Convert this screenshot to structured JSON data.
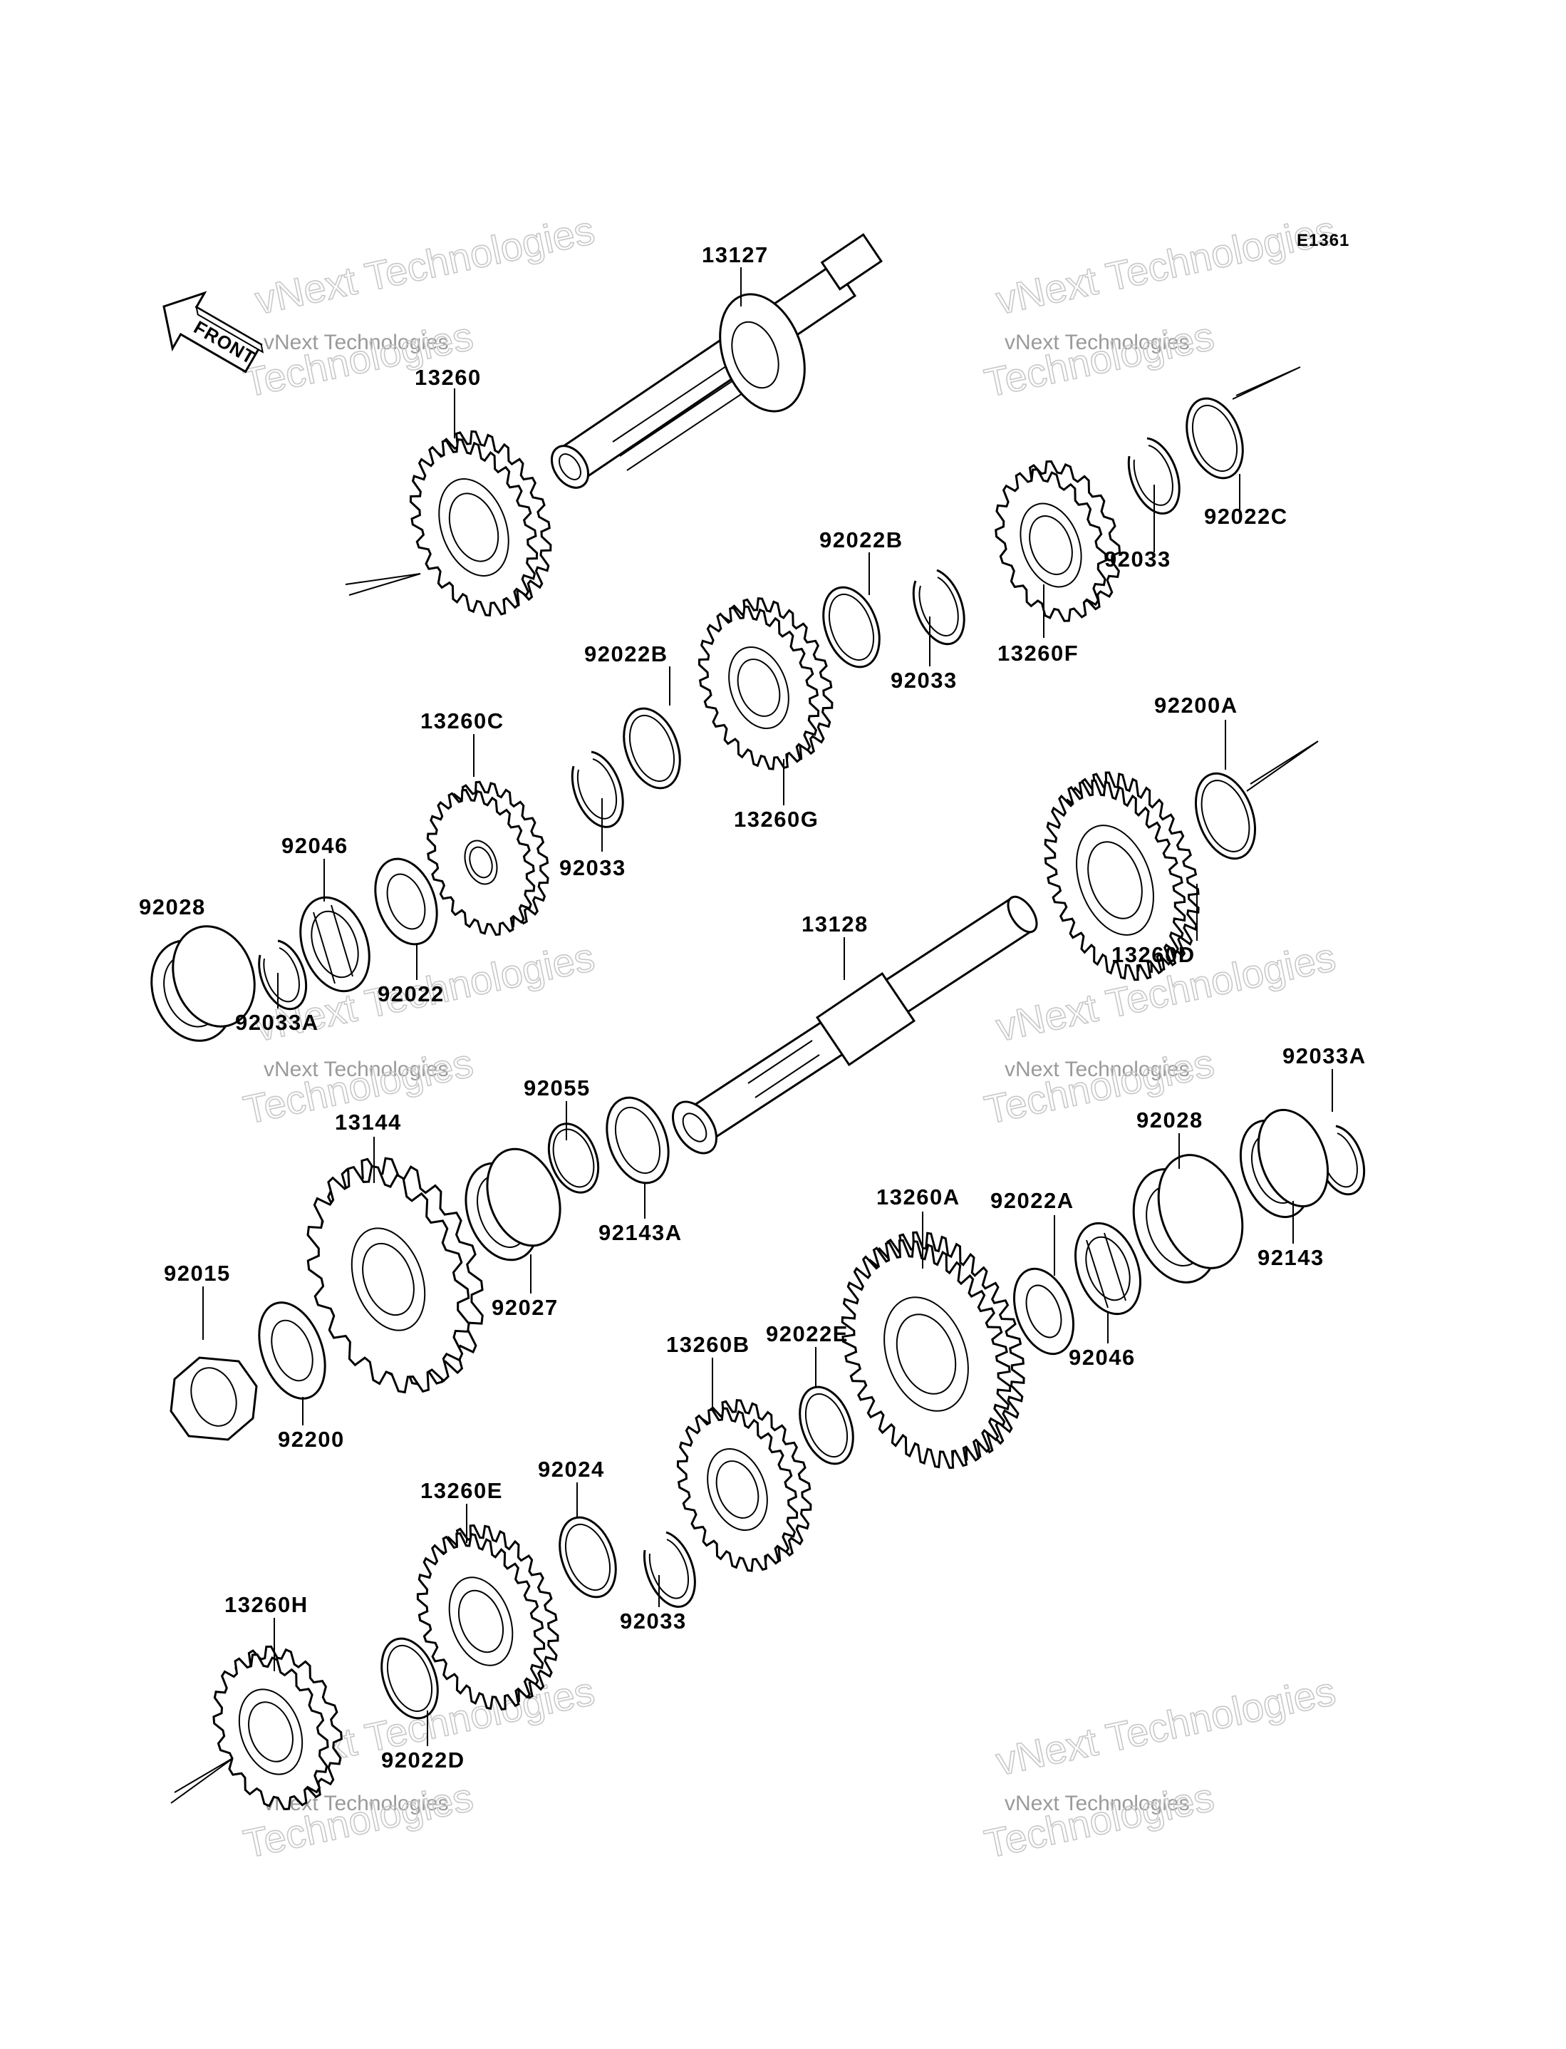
{
  "diagram_code": "E1361",
  "front_label": "FRONT",
  "watermark": {
    "line1": "vNext Technologies",
    "line2": "vNext Technologies",
    "big": "Technologies"
  },
  "labels": [
    {
      "id": "13127",
      "text": "13127"
    },
    {
      "id": "13260",
      "text": "13260"
    },
    {
      "id": "92022C",
      "text": "92022C"
    },
    {
      "id": "92033-a",
      "text": "92033"
    },
    {
      "id": "92022B-a",
      "text": "92022B"
    },
    {
      "id": "13260F",
      "text": "13260F"
    },
    {
      "id": "92033-b",
      "text": "92033"
    },
    {
      "id": "92022B-b",
      "text": "92022B"
    },
    {
      "id": "13260C",
      "text": "13260C"
    },
    {
      "id": "13260G",
      "text": "13260G"
    },
    {
      "id": "92200A",
      "text": "92200A"
    },
    {
      "id": "92046-a",
      "text": "92046"
    },
    {
      "id": "92033-c",
      "text": "92033"
    },
    {
      "id": "92028-a",
      "text": "92028"
    },
    {
      "id": "92022",
      "text": "92022"
    },
    {
      "id": "13128",
      "text": "13128"
    },
    {
      "id": "13260D",
      "text": "13260D"
    },
    {
      "id": "92033A-a",
      "text": "92033A"
    },
    {
      "id": "92055",
      "text": "92055"
    },
    {
      "id": "92033A-b",
      "text": "92033A"
    },
    {
      "id": "13144",
      "text": "13144"
    },
    {
      "id": "92028-b",
      "text": "92028"
    },
    {
      "id": "92143A",
      "text": "92143A"
    },
    {
      "id": "13260A",
      "text": "13260A"
    },
    {
      "id": "92022A",
      "text": "92022A"
    },
    {
      "id": "92143",
      "text": "92143"
    },
    {
      "id": "92015",
      "text": "92015"
    },
    {
      "id": "92027",
      "text": "92027"
    },
    {
      "id": "92046-b",
      "text": "92046"
    },
    {
      "id": "92022E",
      "text": "92022E"
    },
    {
      "id": "13260B",
      "text": "13260B"
    },
    {
      "id": "92200",
      "text": "92200"
    },
    {
      "id": "13260E",
      "text": "13260E"
    },
    {
      "id": "92024",
      "text": "92024"
    },
    {
      "id": "92033-d",
      "text": "92033"
    },
    {
      "id": "13260H",
      "text": "13260H"
    },
    {
      "id": "92022D",
      "text": "92022D"
    }
  ]
}
